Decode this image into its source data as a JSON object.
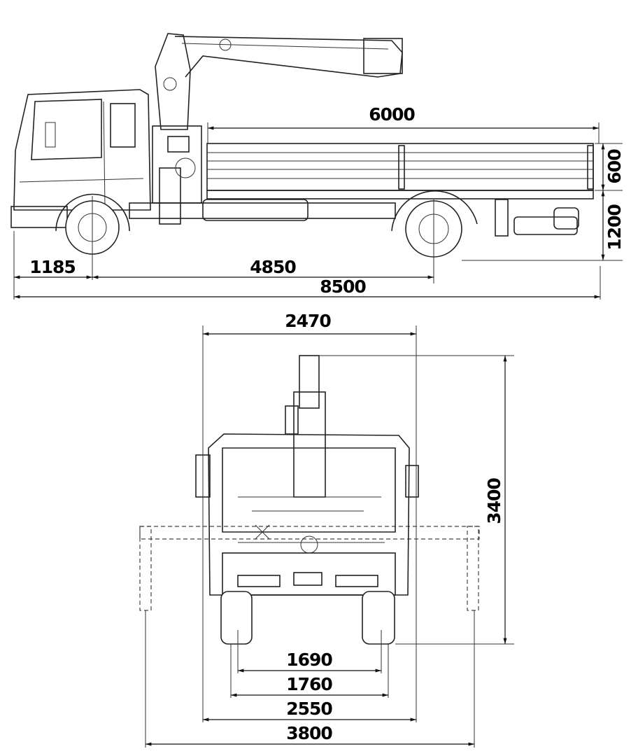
{
  "side_view": {
    "bed_length": "6000",
    "bed_height": "600",
    "bed_floor_height": "1200",
    "front_overhang": "1185",
    "wheelbase": "4850",
    "overall_length": "8500"
  },
  "front_view": {
    "overall_width": "2470",
    "overall_height": "3400",
    "rear_track": "1690",
    "front_track": "1760",
    "body_width": "2550",
    "outrigger_span": "3800"
  }
}
